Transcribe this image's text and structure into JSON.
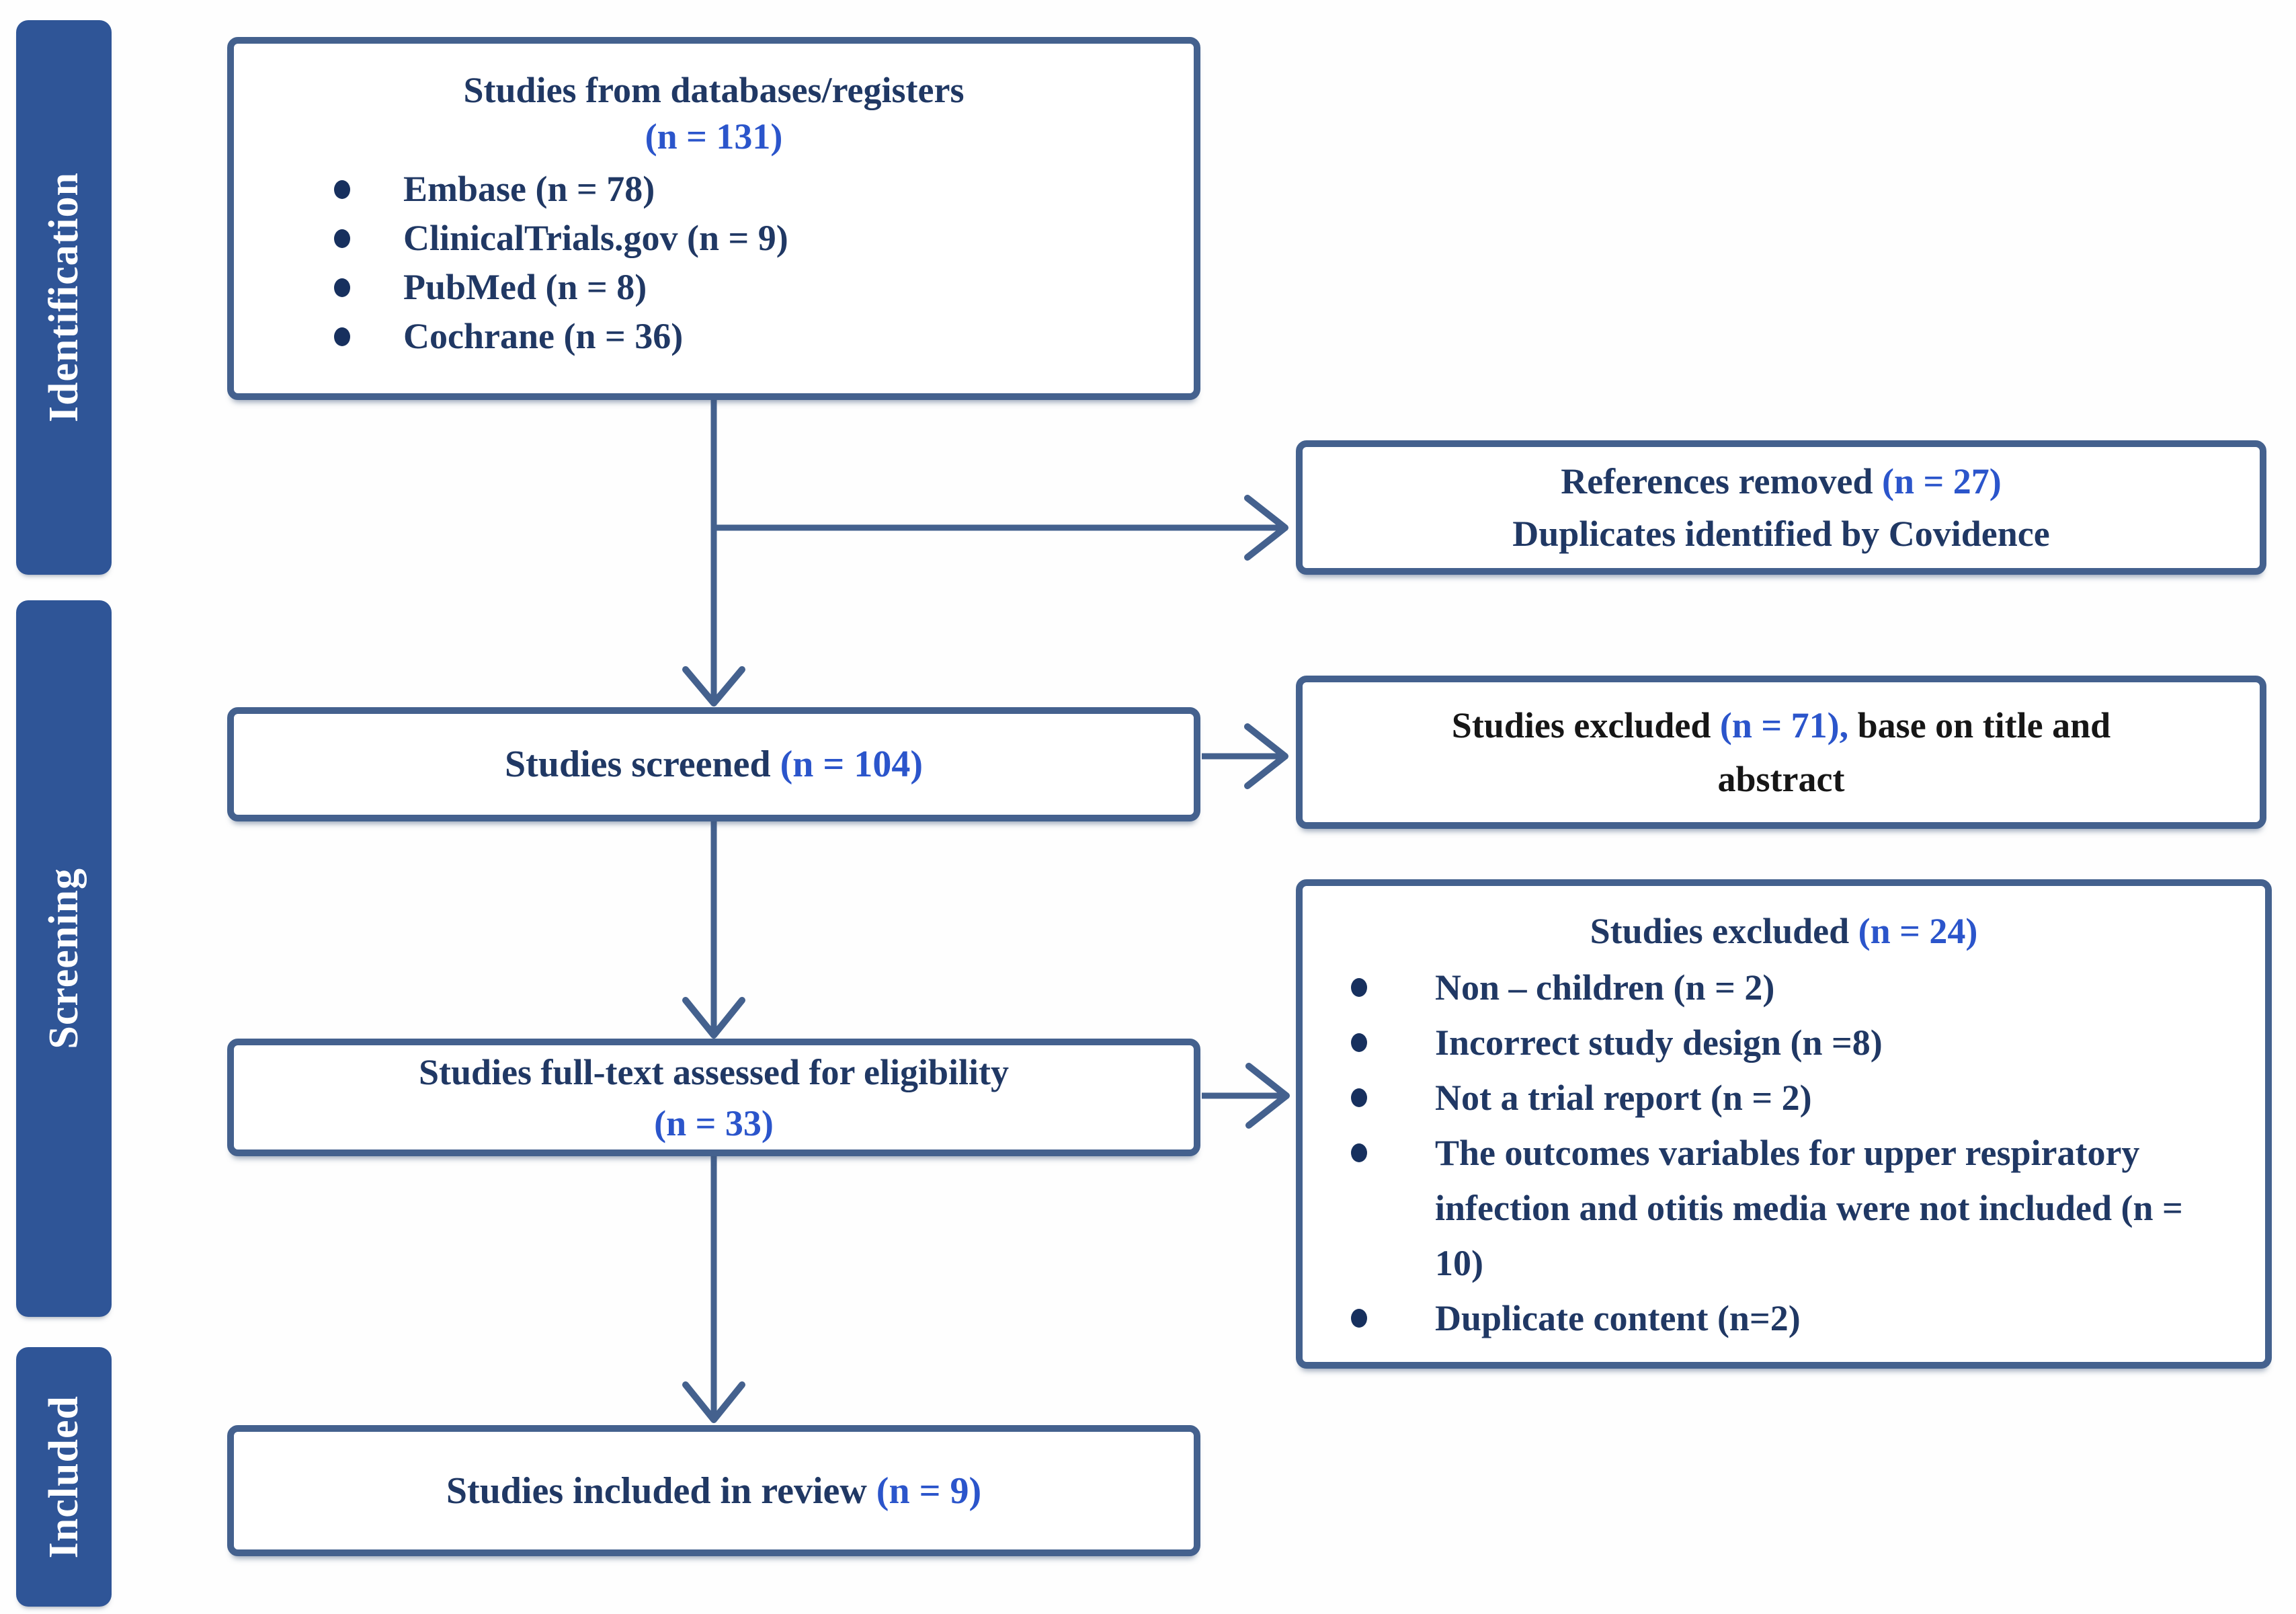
{
  "diagram": {
    "stages": [
      {
        "label": "Identification"
      },
      {
        "label": "Screening"
      },
      {
        "label": "Included"
      }
    ],
    "boxes": {
      "databases": {
        "title": "Studies from databases/registers",
        "count": "(n = 131)",
        "items": [
          "Embase (n = 78)",
          "ClinicalTrials.gov (n = 9)",
          "PubMed (n = 8)",
          "Cochrane (n = 36)"
        ]
      },
      "references_removed": {
        "line1_pre": "References removed ",
        "line1_count": "(n = 27)",
        "line2": "Duplicates identified by Covidence"
      },
      "screened": {
        "pre": "Studies screened ",
        "count": "(n = 104)"
      },
      "excluded_title_abstract": {
        "pre": "Studies excluded ",
        "count": "(n = 71),",
        "post": " base on title and abstract"
      },
      "full_text": {
        "line1": "Studies full-text assessed for eligibility",
        "count": "(n = 33)"
      },
      "excluded_full_text": {
        "title_pre": "Studies excluded ",
        "title_count": "(n = 24)",
        "items": [
          "Non – children (n = 2)",
          "Incorrect study design  (n =8)",
          "Not a trial report (n = 2)",
          "The outcomes variables for upper respiratory infection and otitis media were not included (n = 10)",
          "Duplicate content (n=2)"
        ]
      },
      "included_review": {
        "pre": "Studies included in review ",
        "count": "(n = 9)"
      }
    },
    "colors": {
      "navy_text": "#203864",
      "blue_count": "#2b55cb",
      "black_text": "#161616",
      "band_fill": "#2f5597",
      "box_border": "#44618e"
    }
  }
}
